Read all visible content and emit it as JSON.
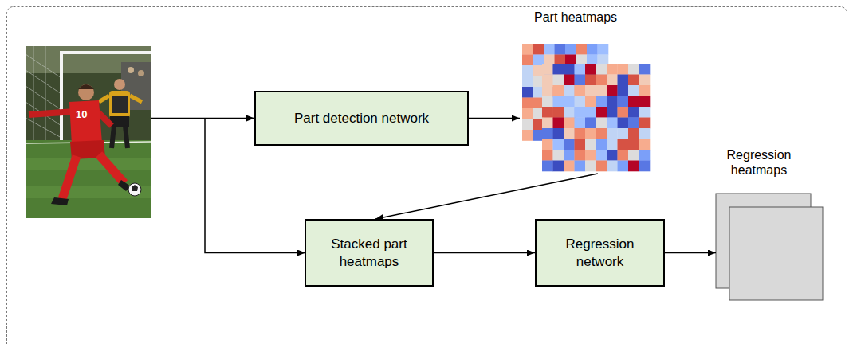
{
  "diagram": {
    "nodes": [
      {
        "text": [
          "Part detection network"
        ]
      },
      {
        "text": [
          "Part heatmaps"
        ]
      },
      {
        "text": [
          "Stacked part heatmaps"
        ]
      },
      {
        "text": [
          "Regression network"
        ]
      },
      {
        "text": [
          "Regression heatmaps"
        ]
      }
    ],
    "edges": [
      {
        "from": 0,
        "to": 1,
        "arrow": "to"
      },
      {
        "from": 1,
        "to": 2,
        "arrow": "to"
      },
      {
        "from": 2,
        "to": 3,
        "arrow": "to"
      },
      {
        "from": 3,
        "to": 4,
        "arrow": "to"
      }
    ],
    "labels": [
      "10"
    ]
  }
}
